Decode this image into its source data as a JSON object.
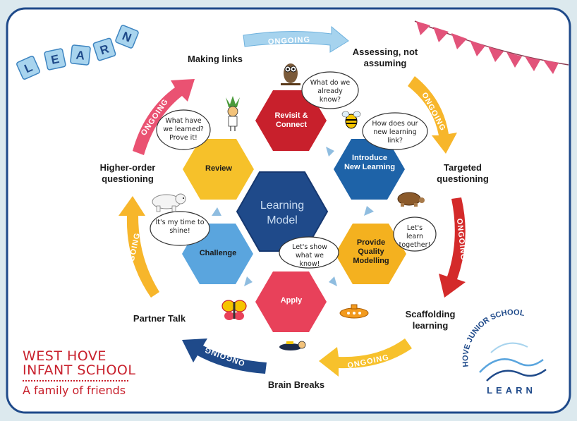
{
  "logo_learn_top": {
    "letters": [
      "L",
      "E",
      "A",
      "R",
      "N"
    ]
  },
  "stages": [
    {
      "key": "revisit",
      "label": "Revisit & Connect",
      "color": "#c8202c"
    },
    {
      "key": "introduce",
      "label": "Introduce New Learning",
      "color": "#1e63a8"
    },
    {
      "key": "modelling",
      "label": "Provide Quality Modelling",
      "color": "#f4b11f"
    },
    {
      "key": "apply",
      "label": "Apply",
      "color": "#e8415a"
    },
    {
      "key": "challenge",
      "label": "Challenge",
      "color": "#5aa5de"
    },
    {
      "key": "review",
      "label": "Review",
      "color": "#f6c12a"
    }
  ],
  "center": {
    "label": "Learning Model",
    "color": "#1f4a8a"
  },
  "bubbles": {
    "revisit": "What do we already know?",
    "introduce": "How does our new learning link?",
    "modelling": "Let's learn together!",
    "apply": "Let's show what we know!",
    "challenge": "It's my time to shine!",
    "review": "What have we learned? Prove it!"
  },
  "outer_labels": {
    "making_links": "Making links",
    "assessing": "Assessing, not assuming",
    "targeted": "Targeted questioning",
    "scaffolding": "Scaffolding learning",
    "brain_breaks": "Brain Breaks",
    "partner_talk": "Partner Talk",
    "higher_order": "Higher-order questioning"
  },
  "ongoing_label": "ONGOING",
  "school": {
    "line1": "WEST HOVE",
    "line2": "INFANT SCHOOL",
    "tagline": "A family of friends"
  },
  "junior_logo": {
    "text": "HOVE JUNIOR SCHOOL",
    "learn": "LEARN"
  },
  "colors": {
    "frame": "#1f4a8a",
    "bunting": "#e2537a"
  }
}
